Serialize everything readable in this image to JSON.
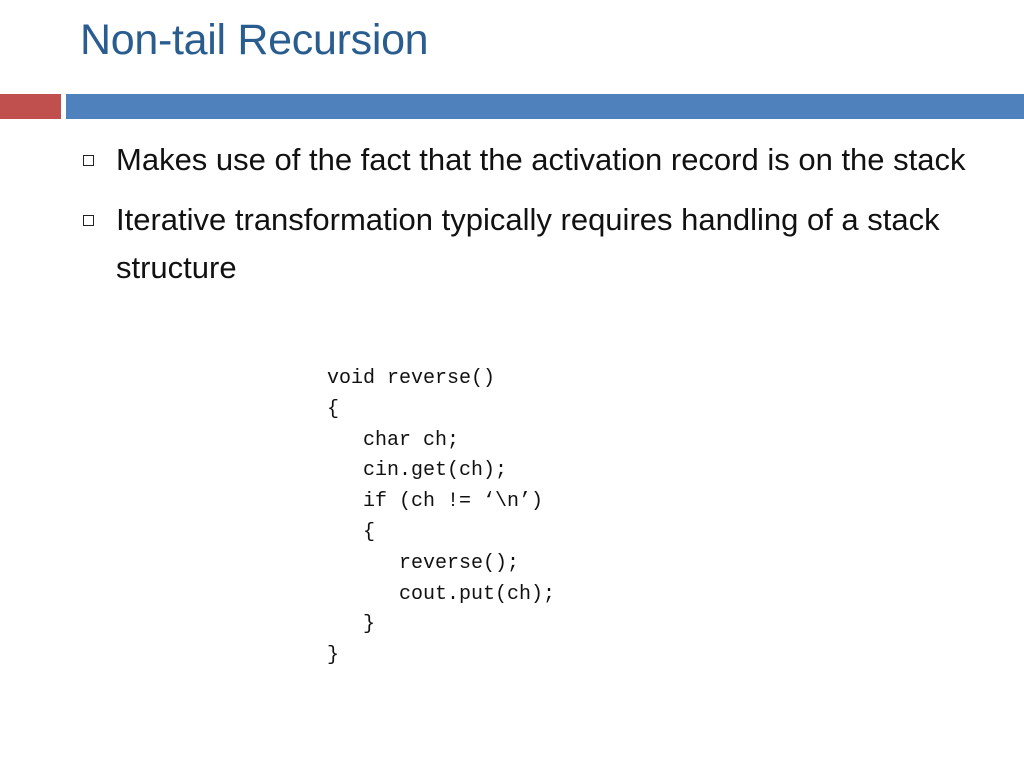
{
  "slide": {
    "title": "Non-tail Recursion",
    "accent_colors": {
      "title": "#2a5d8f",
      "bar_left": "#c0504d",
      "bar_right": "#4f81bd"
    },
    "bullet_icon": "hollow-square-icon",
    "bullets": [
      "Makes use of the fact that the activation record is on the stack",
      "Iterative transformation typically requires handling of a stack structure"
    ],
    "code_lines": [
      "void reverse()",
      "{",
      "   char ch;",
      "   cin.get(ch);",
      "   if (ch != ‘\\n’)",
      "   {",
      "      reverse();",
      "      cout.put(ch);",
      "   }",
      "}"
    ]
  }
}
